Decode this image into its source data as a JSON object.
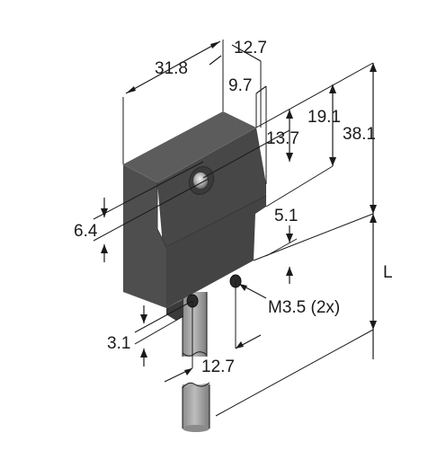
{
  "dimensions": {
    "width_top": "31.8",
    "width_overall": "12.7",
    "width_step": "9.7",
    "height_overall": "38.1",
    "height_upper": "19.1",
    "height_step": "13.7",
    "lens_offset": "6.4",
    "step_height": "5.1",
    "cable_length": "L",
    "thread_note": "M3.5 (2x)",
    "hole_offset": "3.1",
    "hole_spacing": "12.7"
  },
  "colors": {
    "body_front": "#4d4d4d",
    "body_top": "#5e5e5e",
    "body_side": "#3f3f3f",
    "cable": "#9a9a9a",
    "cable_shadow": "#7a7a7a",
    "line": "#1a1a1a"
  }
}
